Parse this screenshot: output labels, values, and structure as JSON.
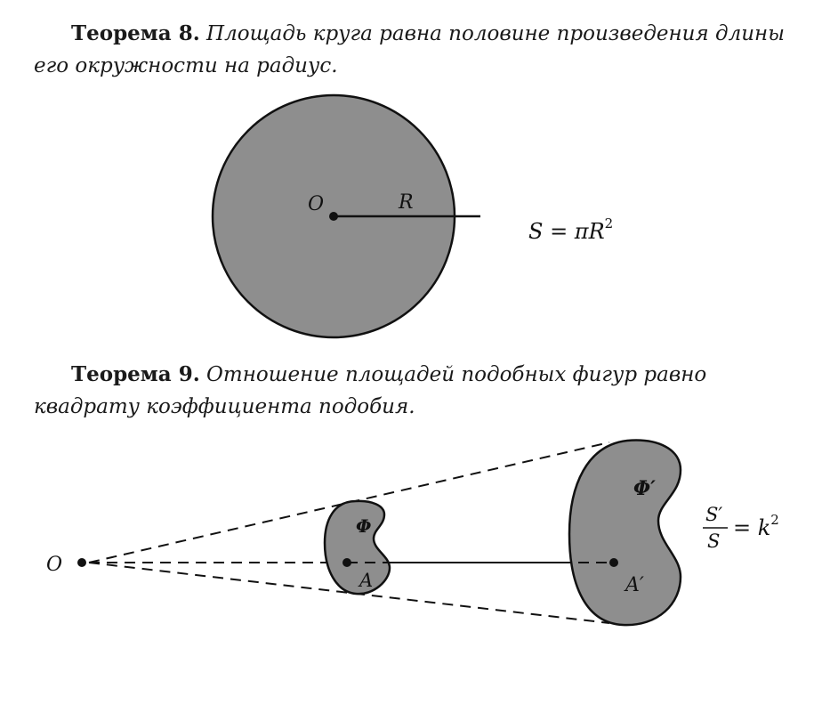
{
  "theorem8": {
    "label": "Теорема 8.",
    "text": "Площадь круга равна половине произведения длины его окружности на радиус."
  },
  "circle_figure": {
    "center_label": "O",
    "radius_label": "R",
    "formula": {
      "lhs": "S = πR",
      "exponent": "2"
    }
  },
  "theorem9": {
    "label": "Теорема 9.",
    "text": "Отношение площадей подобных фигур равно квадрату коэффициента подобия."
  },
  "similarity_figure": {
    "center_label": "O",
    "small_figure_label": "Φ",
    "small_point_label": "A",
    "large_figure_label": "Φ′",
    "large_point_label": "A′",
    "formula": {
      "numerator": "S′",
      "denominator": "S",
      "rhs": "= k",
      "exponent": "2"
    }
  },
  "colors": {
    "figure_fill": "#8e8e8e",
    "stroke": "#111111",
    "background": "#ffffff"
  }
}
